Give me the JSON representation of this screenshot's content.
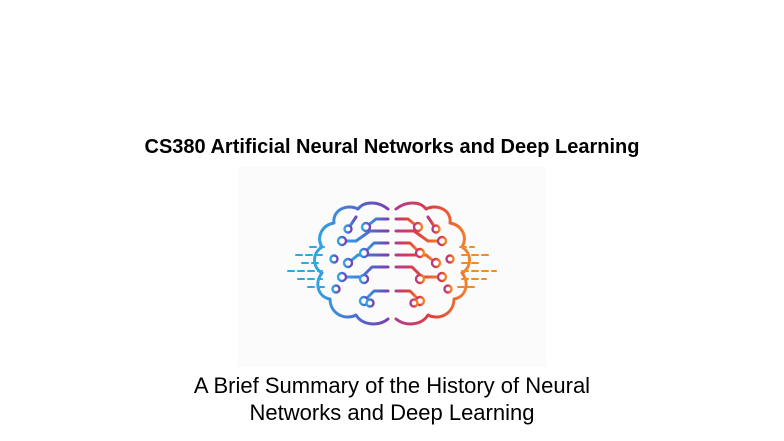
{
  "slide": {
    "course_title": "CS380 Artificial Neural Networks and Deep Learning",
    "subtitle_line1": "A Brief Summary of the History of Neural",
    "subtitle_line2": "Networks and Deep Learning",
    "logo_icon": "circuit-brain-icon",
    "colors": {
      "background": "#ffffff",
      "text": "#000000",
      "logo_blue": "#2f8fd8",
      "logo_purple": "#7a3fb0",
      "logo_red": "#e2472f",
      "logo_orange": "#f08a2a"
    }
  }
}
